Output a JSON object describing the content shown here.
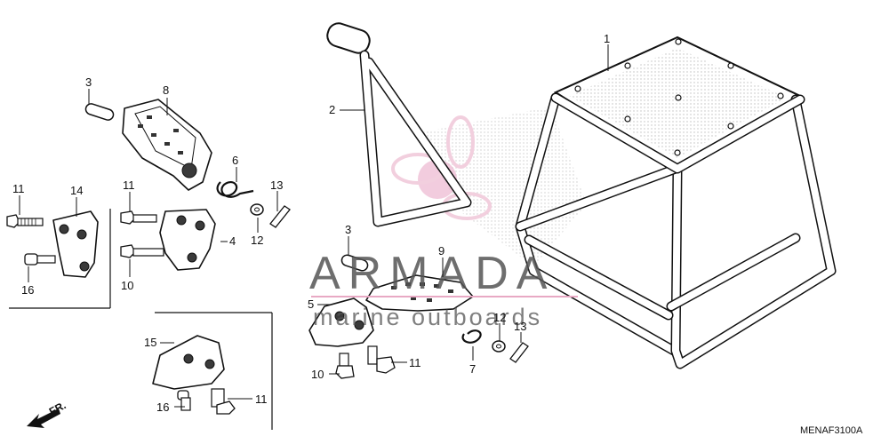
{
  "diagram": {
    "code": "MENAF3100A",
    "direction_label": "FR.",
    "callouts": {
      "c1": "1",
      "c2": "2",
      "c3a": "3",
      "c3b": "3",
      "c4": "4",
      "c5": "5",
      "c6": "6",
      "c7": "7",
      "c8": "8",
      "c9": "9",
      "c10a": "10",
      "c10b": "10",
      "c11a": "11",
      "c11b": "11",
      "c11c": "11",
      "c11d": "11",
      "c12a": "12",
      "c12b": "12",
      "c13a": "13",
      "c13b": "13",
      "c14": "14",
      "c15": "15",
      "c16a": "16",
      "c16b": "16"
    }
  },
  "watermark": {
    "brand": "ARMADA",
    "tagline": "marine outboards"
  },
  "colors": {
    "watermark_pink": "#e8a9c4",
    "watermark_text": "#5a5a5a",
    "line": "#111111"
  }
}
